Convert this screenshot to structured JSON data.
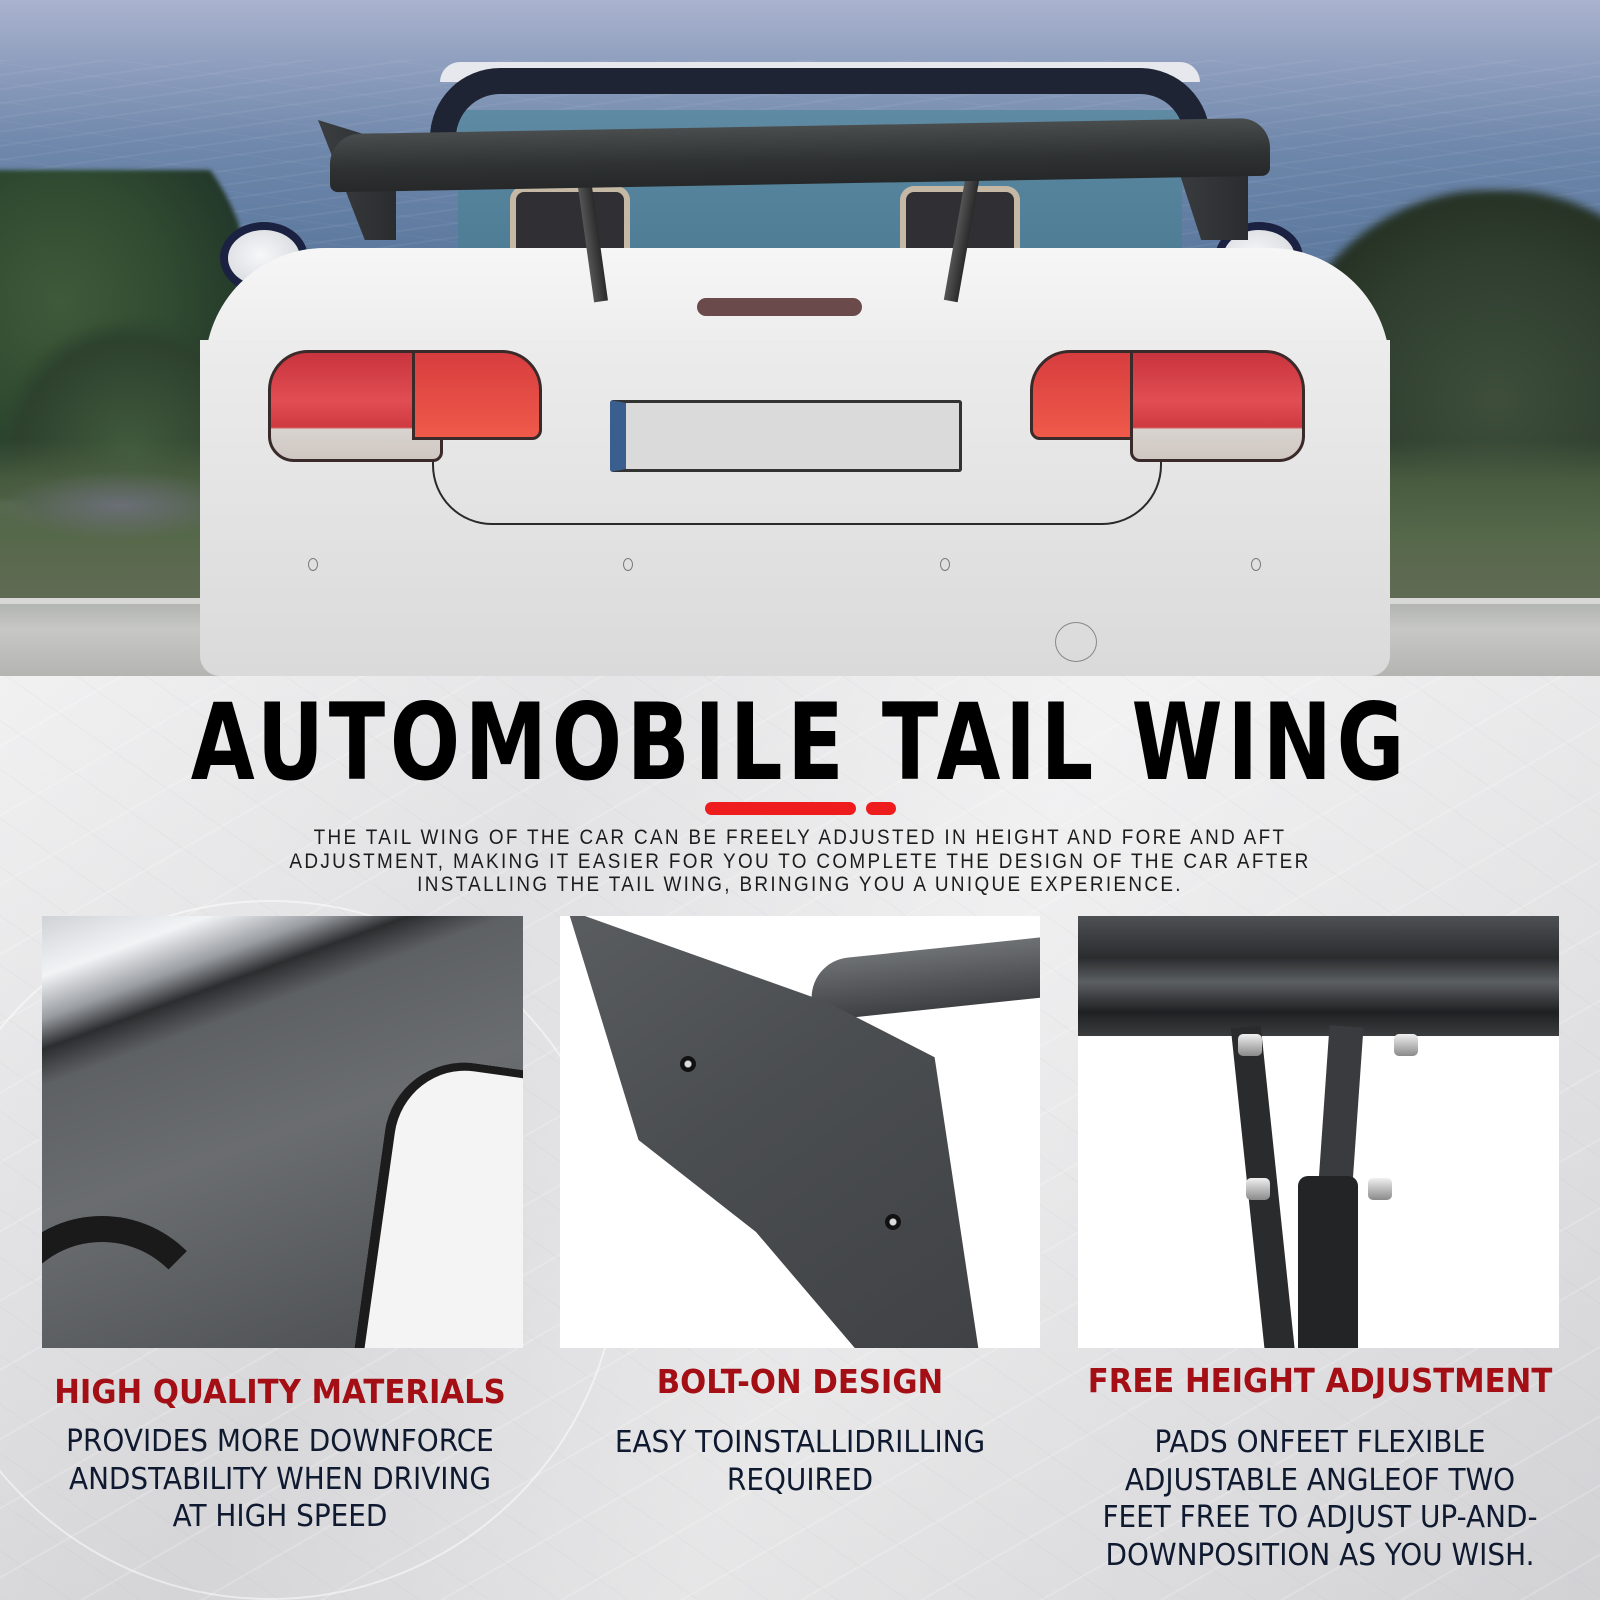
{
  "colors": {
    "accent_red": "#ee1c1c",
    "feature_title_red": "#a30f14",
    "headline_black": "#000000",
    "description_navy": "#0f1a30"
  },
  "hero": {
    "subject": "white convertible with rear tail wing spoiler, ocean background"
  },
  "headline": {
    "title": "AUTOMOBILE TAIL WING"
  },
  "intro": {
    "lines": [
      "THE TAIL WING OF THE CAR CAN BE FREELY ADJUSTED IN HEIGHT AND FORE AND AFT",
      "ADJUSTMENT, MAKING IT EASIER FOR YOU TO COMPLETE THE DESIGN OF THE CAR AFTER",
      "INSTALLING THE TAIL WING, BRINGING YOU A UNIQUE EXPERIENCE."
    ]
  },
  "features": [
    {
      "image": "glossy wing surface close-up",
      "title": "HIGH QUALITY MATERIALS",
      "desc_lines": [
        "PROVIDES MORE DOWNFORCE",
        "ANDSTABILITY WHEN DRIVING",
        "AT HIGH SPEED"
      ]
    },
    {
      "image": "wing endplate with bolts close-up",
      "title": "BOLT-ON DESIGN",
      "desc_lines": [
        "EASY TOINSTALLIDRILLING",
        "REQUIRED"
      ]
    },
    {
      "image": "adjustable bracket mount close-up",
      "title": "FREE HEIGHT ADJUSTMENT",
      "desc_lines": [
        "PADS ONFEET FLEXIBLE",
        "ADJUSTABLE ANGLEOF TWO",
        "FEET FREE TO ADJUST UP-AND-",
        "DOWNPOSITION AS YOU WISH."
      ]
    }
  ]
}
